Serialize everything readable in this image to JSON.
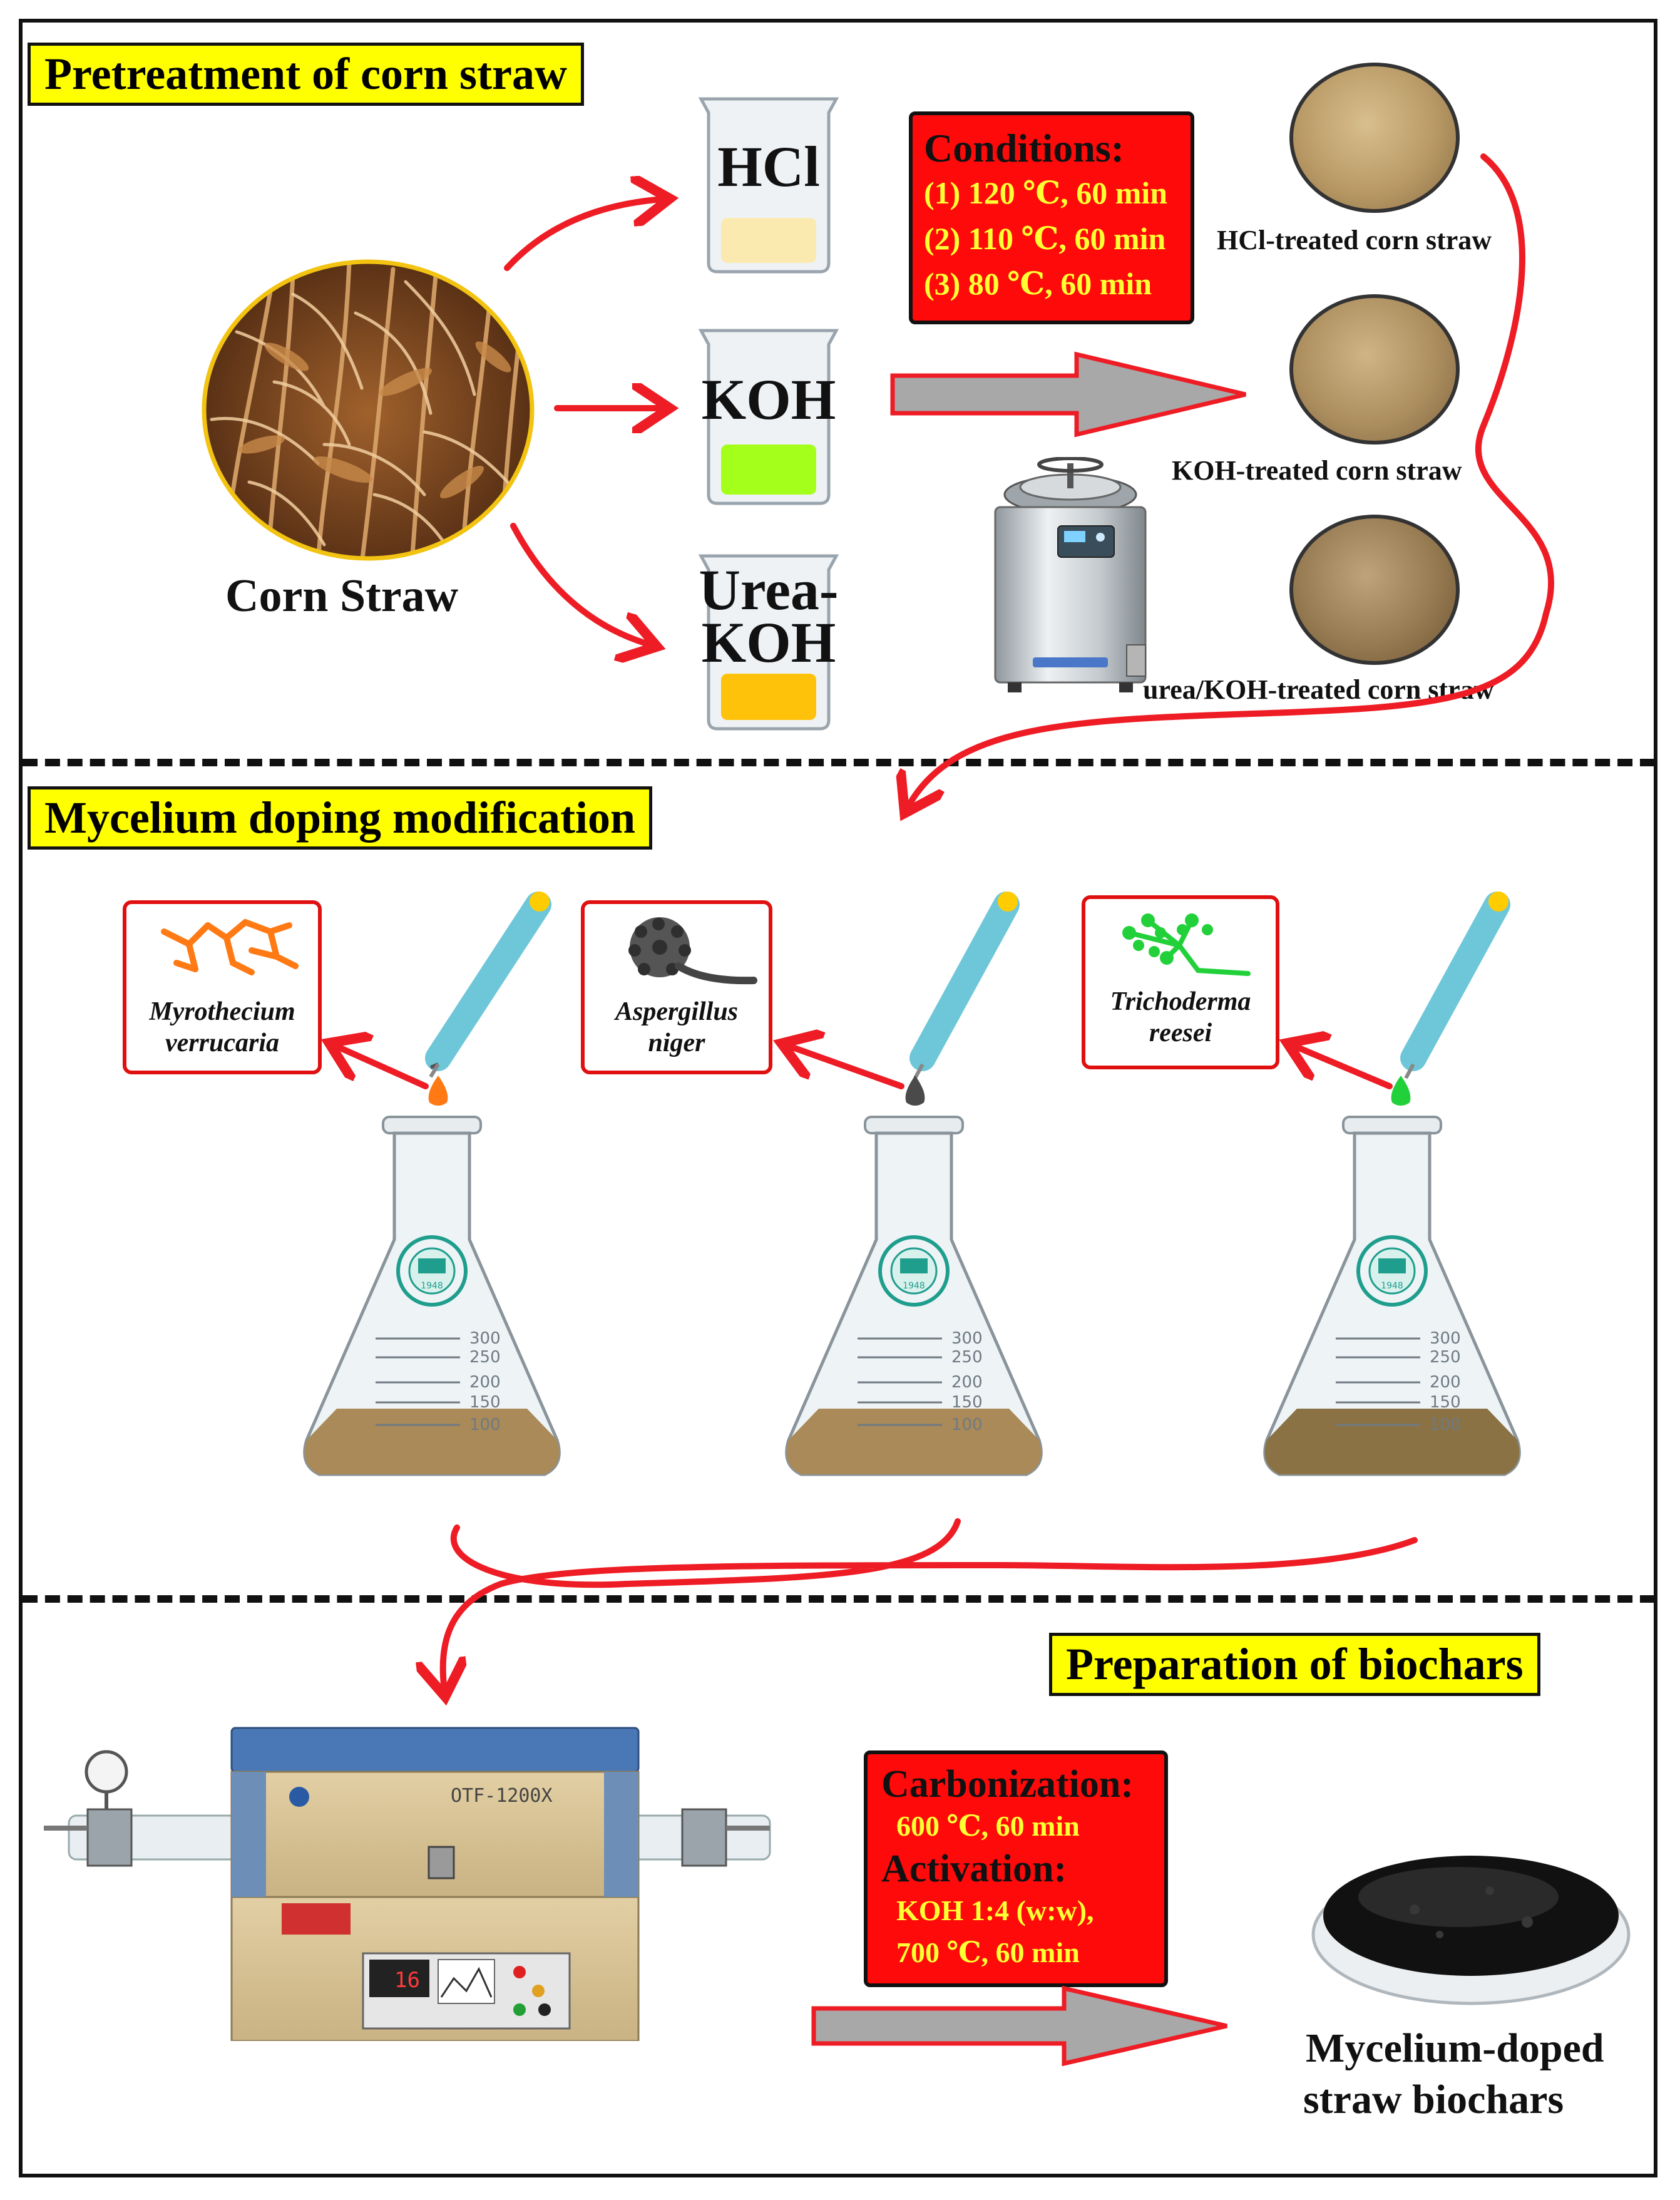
{
  "sections": {
    "pretreatment_title": "Pretreatment of corn straw",
    "mycelium_title": "Mycelium doping modification",
    "biochar_title": "Preparation of biochars"
  },
  "pretreatment": {
    "corn_straw_label": "Corn Straw",
    "reagents": [
      {
        "label": "HCl",
        "liquid_color": "#fbeab0"
      },
      {
        "label": "KOH",
        "liquid_color": "#a4ff1a"
      },
      {
        "label_line1": "Urea-",
        "label_line2": "KOH",
        "liquid_color": "#ffc20a"
      }
    ],
    "conditions": {
      "header": "Conditions:",
      "lines": [
        "(1) 120 ℃, 60 min",
        "(2) 110 ℃, 60 min",
        "(3) 80 ℃, 60 min"
      ]
    },
    "products": [
      "HCl-treated corn straw",
      "KOH-treated corn straw",
      "urea/KOH-treated corn straw"
    ]
  },
  "mycelium": {
    "fungi": [
      {
        "name_line1": "Myrothecium",
        "name_line2": "verrucaria",
        "color": "#ff7a14"
      },
      {
        "name_line1": "Aspergillus",
        "name_line2": "niger",
        "color": "#4a4a4a"
      },
      {
        "name_line1": "Trichoderma",
        "name_line2": "reesei",
        "color": "#22d13a"
      }
    ],
    "flask_marks": [
      "300",
      "250",
      "200",
      "150",
      "100"
    ],
    "logo_year": "1948"
  },
  "biochar": {
    "furnace_model": "OTF-1200X",
    "furnace_display": "16",
    "process": {
      "carbonization_header": "Carbonization:",
      "carbonization_line": "600 ℃, 60 min",
      "activation_header": "Activation:",
      "activation_line1": "KOH 1:4 (w:w),",
      "activation_line2": "700 ℃, 60 min"
    },
    "product_line1": "Mycelium-doped",
    "product_line2": "straw biochars"
  },
  "colors": {
    "arrow_red": "#ee1c24",
    "title_yellow": "#ffff00",
    "box_red": "#ff0a0a",
    "condition_text": "#ffff33",
    "grey_arrow": "#a8a8a8"
  }
}
